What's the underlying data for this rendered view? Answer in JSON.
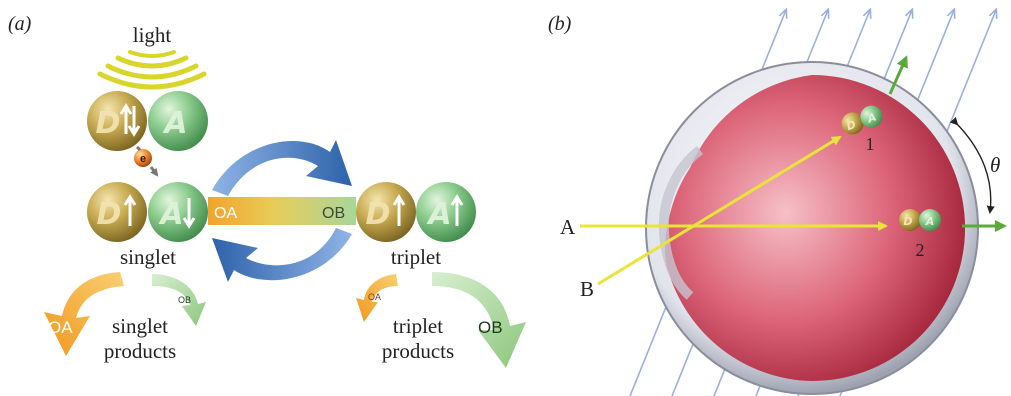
{
  "panel_a": {
    "label": "(a)",
    "light_label": "light",
    "donor_letter": "D",
    "acceptor_letter": "A",
    "electron_label": "e",
    "singlet_label": "singlet",
    "triplet_label": "triplet",
    "oa_label": "OA",
    "ob_label": "OB",
    "singlet_products_line1": "singlet",
    "singlet_products_line2": "products",
    "triplet_products_line1": "triplet",
    "triplet_products_line2": "products"
  },
  "panel_b": {
    "label": "(b)",
    "beam_a_label": "A",
    "beam_b_label": "B",
    "molecule_1_label": "1",
    "molecule_2_label": "2",
    "angle_label": "θ",
    "donor_letter": "D",
    "acceptor_letter": "A"
  },
  "colors": {
    "donor": "#b89a3a",
    "acceptor": "#6fb574",
    "light": "#d8d62a",
    "arrow_blue": "#3e78c0",
    "orange": "#f2a32a",
    "green_light": "#a8d69a",
    "eye_inner": "#d8566a",
    "beam_yellow": "#e8e43a",
    "field_line": "#9aafe0",
    "axis_green": "#5aaa3a"
  }
}
